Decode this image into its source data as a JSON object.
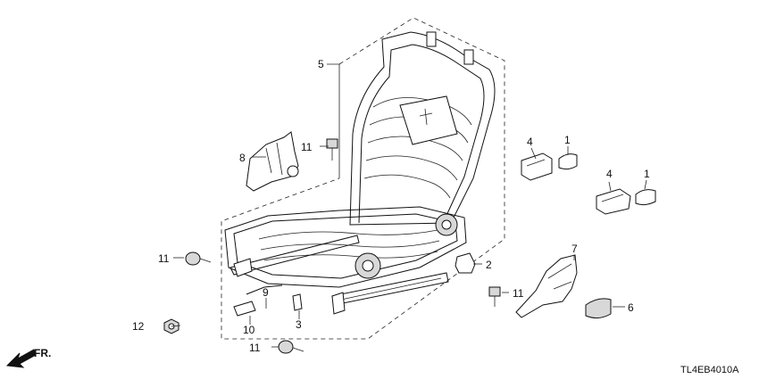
{
  "callouts": {
    "c1a": "1",
    "c1b": "1",
    "c2": "2",
    "c3": "3",
    "c4a": "4",
    "c4b": "4",
    "c5": "5",
    "c6": "6",
    "c7": "7",
    "c8": "8",
    "c9": "9",
    "c10": "10",
    "c11a": "11",
    "c11b": "11",
    "c11c": "11",
    "c11d": "11",
    "c12": "12"
  },
  "direction_label": "FR.",
  "diagram_code": "TL4EB4010A"
}
